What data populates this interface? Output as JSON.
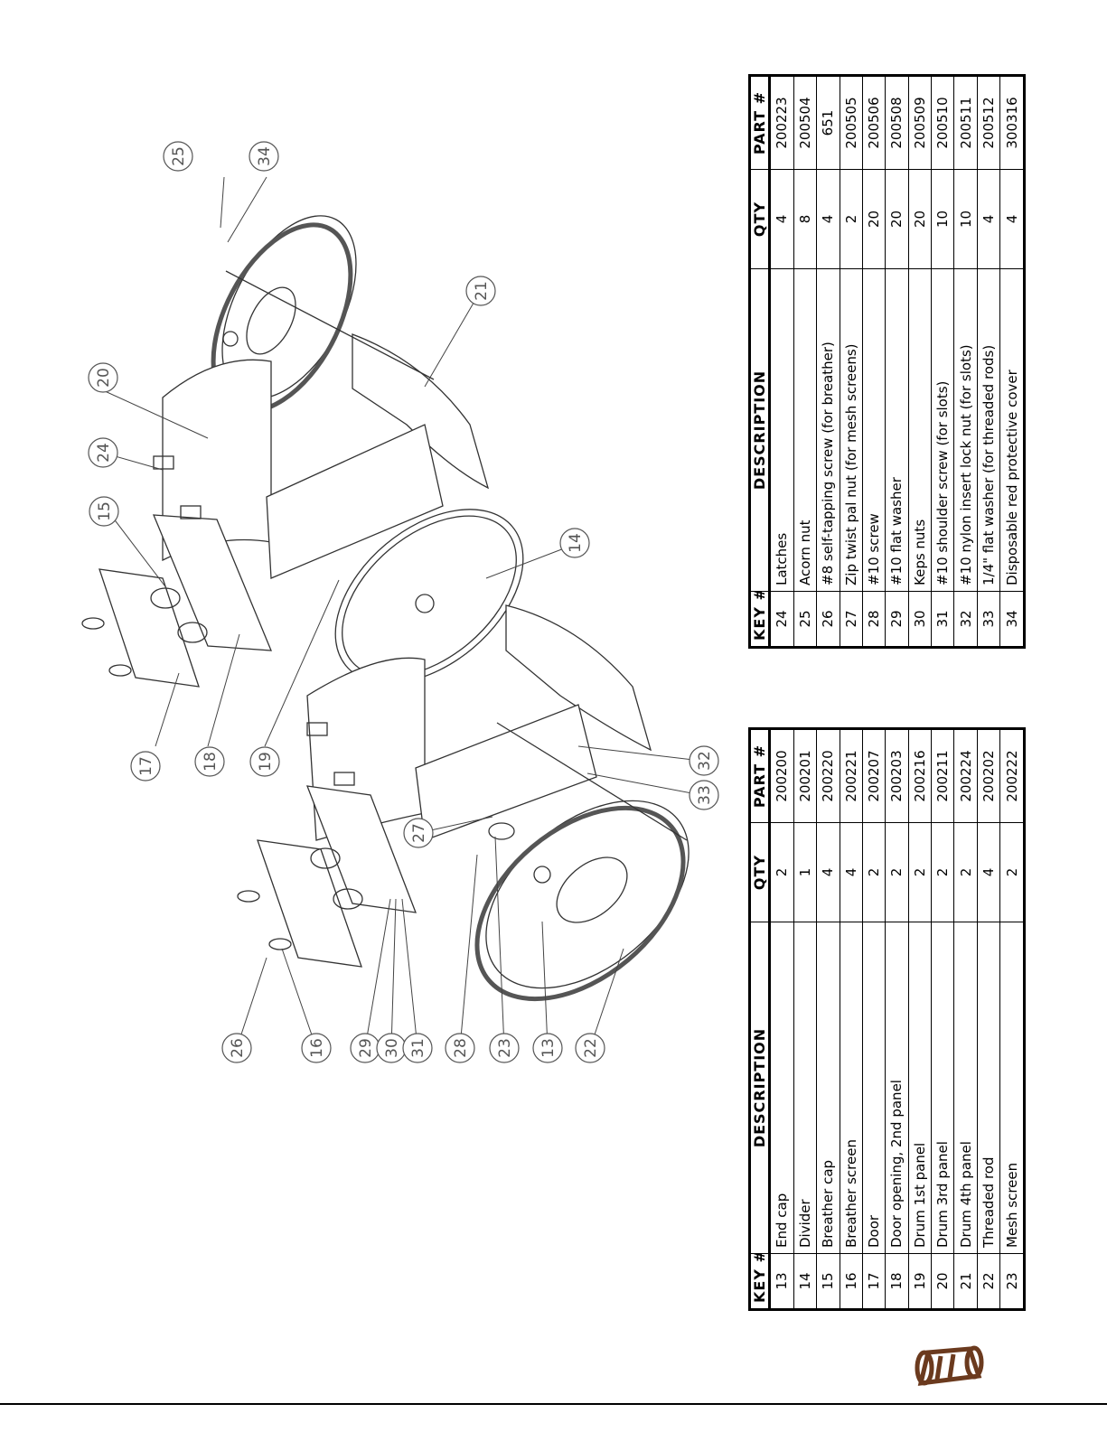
{
  "callouts": [
    {
      "id": "25",
      "label": "25"
    },
    {
      "id": "34",
      "label": "34"
    },
    {
      "id": "21",
      "label": "21"
    },
    {
      "id": "20",
      "label": "20"
    },
    {
      "id": "24",
      "label": "24"
    },
    {
      "id": "15",
      "label": "15"
    },
    {
      "id": "14",
      "label": "14"
    },
    {
      "id": "17",
      "label": "17"
    },
    {
      "id": "18",
      "label": "18"
    },
    {
      "id": "19",
      "label": "19"
    },
    {
      "id": "32",
      "label": "32"
    },
    {
      "id": "33",
      "label": "33"
    },
    {
      "id": "27",
      "label": "27"
    },
    {
      "id": "26",
      "label": "26"
    },
    {
      "id": "16",
      "label": "16"
    },
    {
      "id": "29",
      "label": "29"
    },
    {
      "id": "30",
      "label": "30"
    },
    {
      "id": "31",
      "label": "31"
    },
    {
      "id": "28",
      "label": "28"
    },
    {
      "id": "23",
      "label": "23"
    },
    {
      "id": "13",
      "label": "13"
    },
    {
      "id": "22",
      "label": "22"
    }
  ],
  "table_headers": {
    "key": "KEY #",
    "description": "DESCRIPTION",
    "qty": "QTY",
    "part": "PART #"
  },
  "table_lower": [
    {
      "key": "13",
      "description": "End cap",
      "qty": "2",
      "part": "200200"
    },
    {
      "key": "14",
      "description": "Divider",
      "qty": "1",
      "part": "200201"
    },
    {
      "key": "15",
      "description": "Breather cap",
      "qty": "4",
      "part": "200220"
    },
    {
      "key": "16",
      "description": "Breather screen",
      "qty": "4",
      "part": "200221"
    },
    {
      "key": "17",
      "description": "Door",
      "qty": "2",
      "part": "200207"
    },
    {
      "key": "18",
      "description": "Door opening, 2nd panel",
      "qty": "2",
      "part": "200203"
    },
    {
      "key": "19",
      "description": "Drum 1st panel",
      "qty": "2",
      "part": "200216"
    },
    {
      "key": "20",
      "description": "Drum 3rd panel",
      "qty": "2",
      "part": "200211"
    },
    {
      "key": "21",
      "description": "Drum 4th panel",
      "qty": "2",
      "part": "200224"
    },
    {
      "key": "22",
      "description": "Threaded rod",
      "qty": "4",
      "part": "200202"
    },
    {
      "key": "23",
      "description": "Mesh screen",
      "qty": "2",
      "part": "200222"
    }
  ],
  "table_upper": [
    {
      "key": "24",
      "description": "Latches",
      "qty": "4",
      "part": "200223"
    },
    {
      "key": "25",
      "description": "Acorn nut",
      "qty": "8",
      "part": "200504"
    },
    {
      "key": "26",
      "description": "#8 self-tapping screw (for breather)",
      "qty": "4",
      "part": "651"
    },
    {
      "key": "27",
      "description": "Zip twist pal nut (for mesh screens)",
      "qty": "2",
      "part": "200505"
    },
    {
      "key": "28",
      "description": "#10 screw",
      "qty": "20",
      "part": "200506"
    },
    {
      "key": "29",
      "description": "#10 flat washer",
      "qty": "20",
      "part": "200508"
    },
    {
      "key": "30",
      "description": "Keps nuts",
      "qty": "20",
      "part": "200509"
    },
    {
      "key": "31",
      "description": "#10 shoulder screw (for slots)",
      "qty": "10",
      "part": "200510"
    },
    {
      "key": "32",
      "description": "#10 nylon insert lock nut (for slots)",
      "qty": "10",
      "part": "200511"
    },
    {
      "key": "33",
      "description": "1/4\" flat washer (for threaded rods)",
      "qty": "4",
      "part": "200512"
    },
    {
      "key": "34",
      "description": "Disposable red protective cover",
      "qty": "4",
      "part": "300316"
    }
  ],
  "colors": {
    "logo": "#6b3a1e",
    "line": "#000000",
    "callout_stroke": "#555555"
  },
  "logo_icon": "drum-composter-logo"
}
